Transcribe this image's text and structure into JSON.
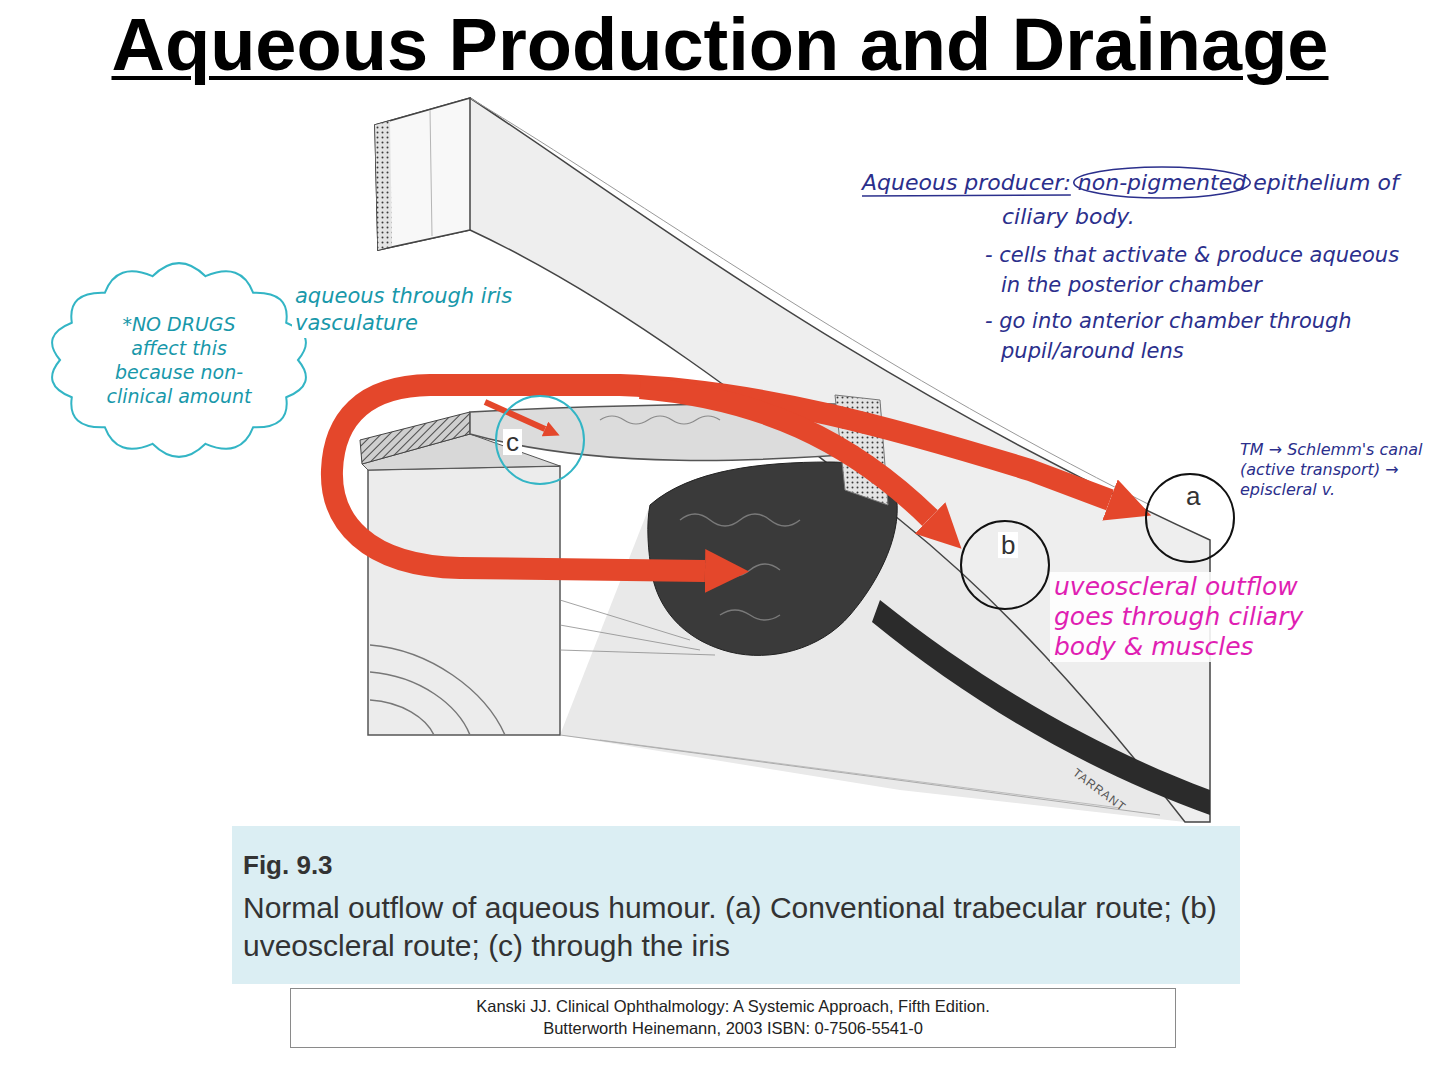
{
  "diagram": {
    "title": "Aqueous Production and Drainage",
    "nodes": [
      {
        "text": [
          "*NO DRUGS affect this because non-clinical amount"
        ]
      },
      {
        "text": [
          "c"
        ]
      },
      {
        "text": [
          "b"
        ]
      },
      {
        "text": [
          "a"
        ]
      },
      {
        "text": [
          "Fig. 9.3",
          "Normal outflow of aqueous humour. (a) Conventional trabecular route; (b) uveoscleral route; (c) through the iris"
        ]
      },
      {
        "text": [
          "Kanski JJ. Clinical Ophthalmology: A Systemic Approach, Fifth Edition.",
          "Butterworth Heinemann, 2003 ISBN: 0-7506-5541-0"
        ]
      }
    ],
    "labels": [
      "aqueous through iris vasculature",
      "Aqueous producer: non-pigmented epithelium of ciliary body.",
      "- cells that activate & produce aqueous in the posterior chamber",
      "- go into anterior chamber through pupil/around lens",
      "TM → Schlemm's canal (active transport) → episcleral v.",
      "uveoscleral outflow goes through ciliary body & muscles",
      "TARRANT"
    ]
  }
}
